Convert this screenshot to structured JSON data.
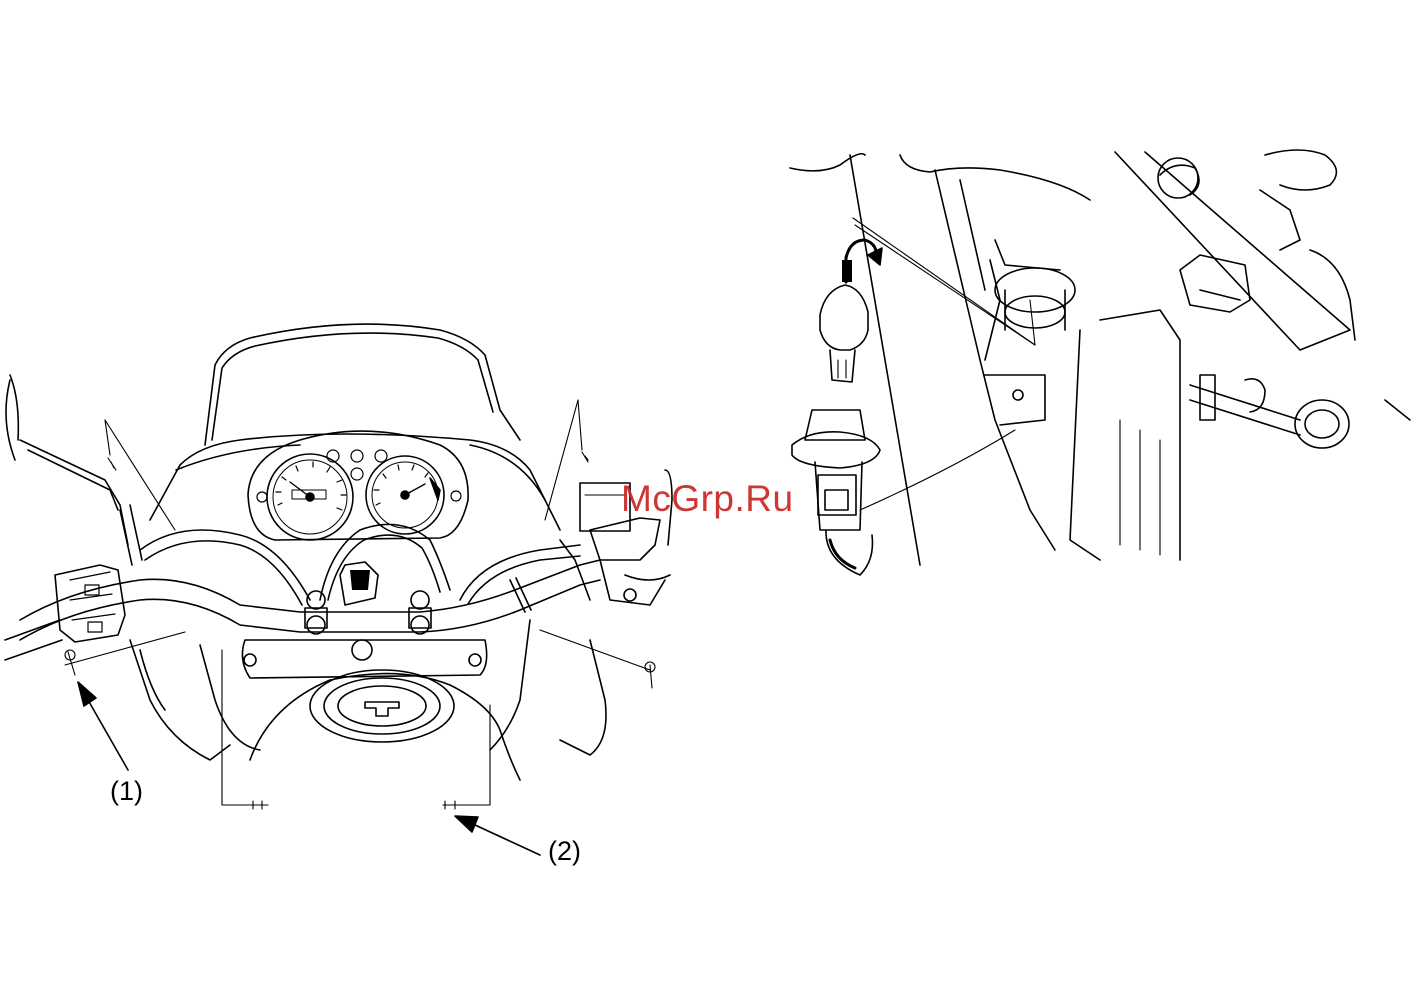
{
  "figure": {
    "left_illustration": "handlebar-and-instrument-panel",
    "right_illustration": "bulb-socket-removal",
    "callouts": [
      {
        "id": "1",
        "label": "(1)"
      },
      {
        "id": "2",
        "label": "(2)"
      }
    ]
  },
  "watermark": {
    "text": "McGrp.Ru",
    "color": "#c9211e"
  },
  "colors": {
    "line": "#000000",
    "background": "#ffffff"
  }
}
